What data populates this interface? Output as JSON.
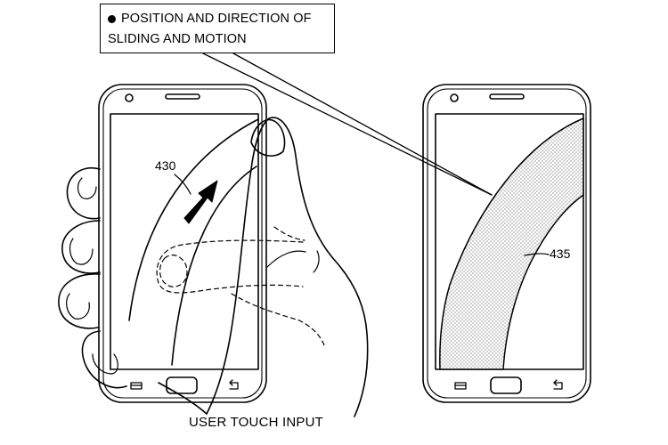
{
  "callout": {
    "line1": "POSITION AND DIRECTION OF",
    "line2": "SLIDING AND MOTION"
  },
  "labels": {
    "left_ref": "430",
    "right_ref": "435"
  },
  "caption": "USER TOUCH INPUT",
  "icons": [
    "menu-icon",
    "home-button",
    "back-icon",
    "direction-arrow",
    "front-camera",
    "earpiece-speaker"
  ]
}
